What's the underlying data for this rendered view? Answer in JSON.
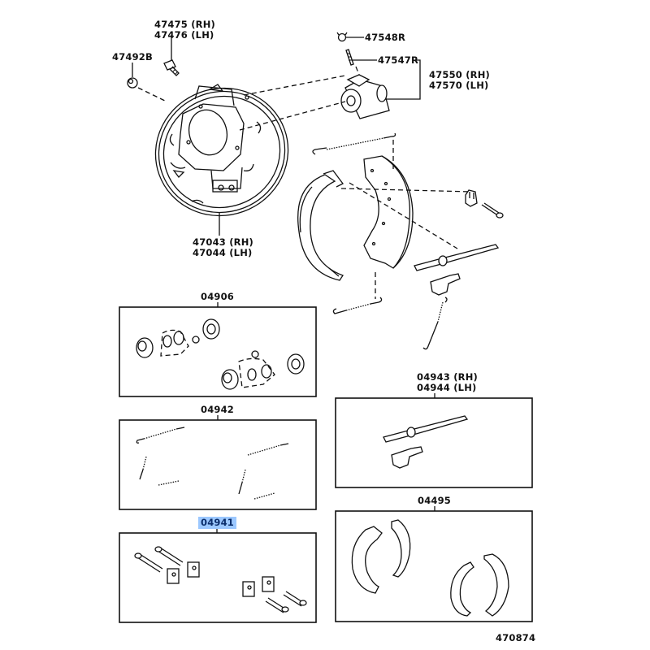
{
  "diagram": {
    "title_code": "470874",
    "highlight_color": "#9cc8ff",
    "callouts": {
      "screw_rh": "47475 (RH)",
      "screw_lh": "47476 (LH)",
      "plug": "47492B",
      "bleeder_cap": "47548R",
      "bleeder_plug": "47547R",
      "cylinder_rh": "47550 (RH)",
      "cylinder_lh": "47570 (LH)",
      "backing_plate_rh": "47043 (RH)",
      "backing_plate_lh": "47044 (LH)"
    },
    "kits": [
      {
        "code": "04906",
        "name": "cylinder-kit",
        "highlighted": false
      },
      {
        "code": "04942",
        "name": "spring-kit",
        "highlighted": false
      },
      {
        "code": "04941",
        "name": "hold-down-kit",
        "highlighted": true
      },
      {
        "code_rh": "04943 (RH)",
        "code_lh": "04944 (LH)",
        "name": "adjuster-kit",
        "highlighted": false
      },
      {
        "code": "04495",
        "name": "shoe-kit",
        "highlighted": false
      }
    ]
  }
}
